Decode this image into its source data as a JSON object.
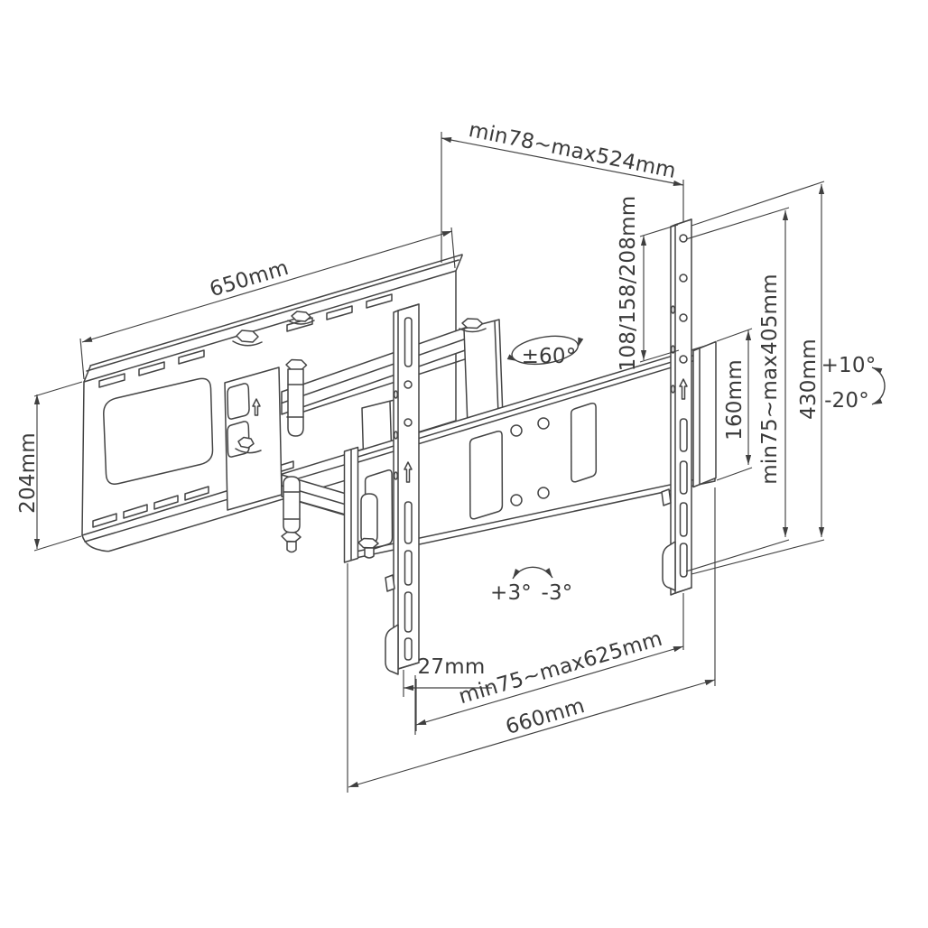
{
  "diagram": {
    "subject": "full-motion TV wall mount bracket technical drawing",
    "labels": {
      "extension_depth": "min78~max524mm",
      "wall_plate_width": "650mm",
      "wall_plate_height": "204mm",
      "mount_hole_spacing": "108/158/208mm",
      "vesa_height_range": "min75~max405mm",
      "crossbar_height": "160mm",
      "bracket_height": "430mm",
      "tilt_up": "+10°",
      "tilt_down": "-20°",
      "swivel_range": "±60°",
      "level_plus": "+3°",
      "level_minus": "-3°",
      "rail_depth": "27mm",
      "vesa_width_range": "min75~max625mm",
      "crossbar_width": "660mm"
    },
    "colors": {
      "line": "#444444",
      "text": "#3a3a3a",
      "background": "#ffffff"
    }
  }
}
